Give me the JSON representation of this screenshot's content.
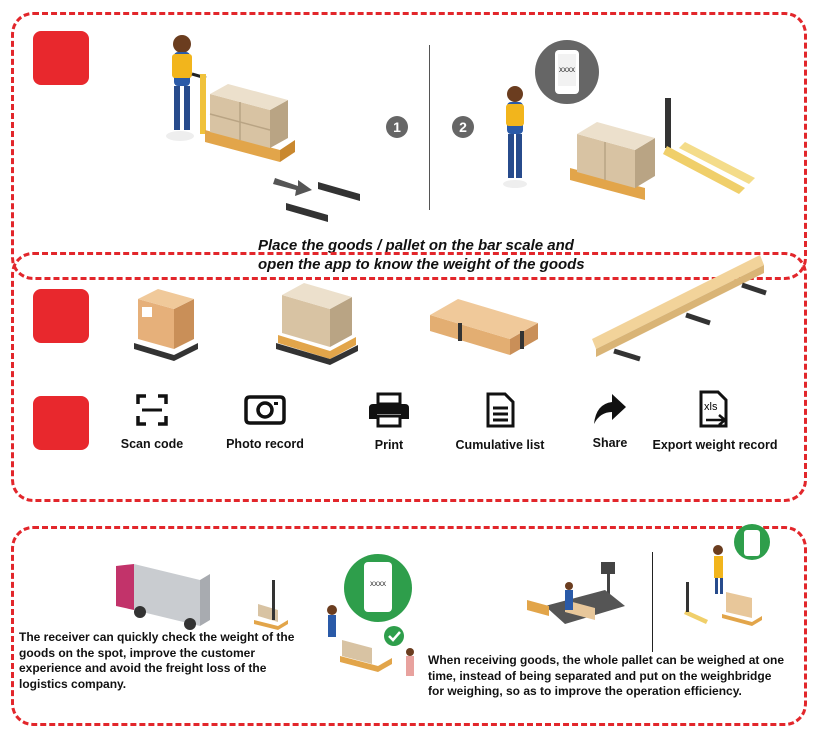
{
  "panel1": {
    "step_1": "1",
    "step_2": "2",
    "caption_line1": "Place the goods / pallet on the bar scale and",
    "caption_line2": "open the app to know the weight of the goods",
    "phone_text": "XXXX"
  },
  "features": [
    {
      "label": "Scan code",
      "icon": "scan-code-icon"
    },
    {
      "label": "Photo record",
      "icon": "camera-icon"
    },
    {
      "label": "Print",
      "icon": "printer-icon"
    },
    {
      "label": "Cumulative list",
      "icon": "document-list-icon"
    },
    {
      "label": "Share",
      "icon": "share-arrow-icon"
    },
    {
      "label": "Export weight record",
      "icon": "xls-export-icon"
    }
  ],
  "features_xls_text": "xls",
  "bottom": {
    "left_text": "The receiver can quickly check the weight of the goods on the spot, improve the customer experience and avoid the freight loss of the logistics company.",
    "right_text": "When receiving goods, the whole pallet can be weighed at one time, instead of being separated and put on the weighbridge for weighing, so as to improve the operation efficiency.",
    "phone_text": "XXXX"
  },
  "colors": {
    "accent": "#e2262b",
    "box": "#dccab0",
    "pallet": "#e2a54a",
    "jacket": "#f2b51c",
    "green": "#2e9e4b"
  }
}
